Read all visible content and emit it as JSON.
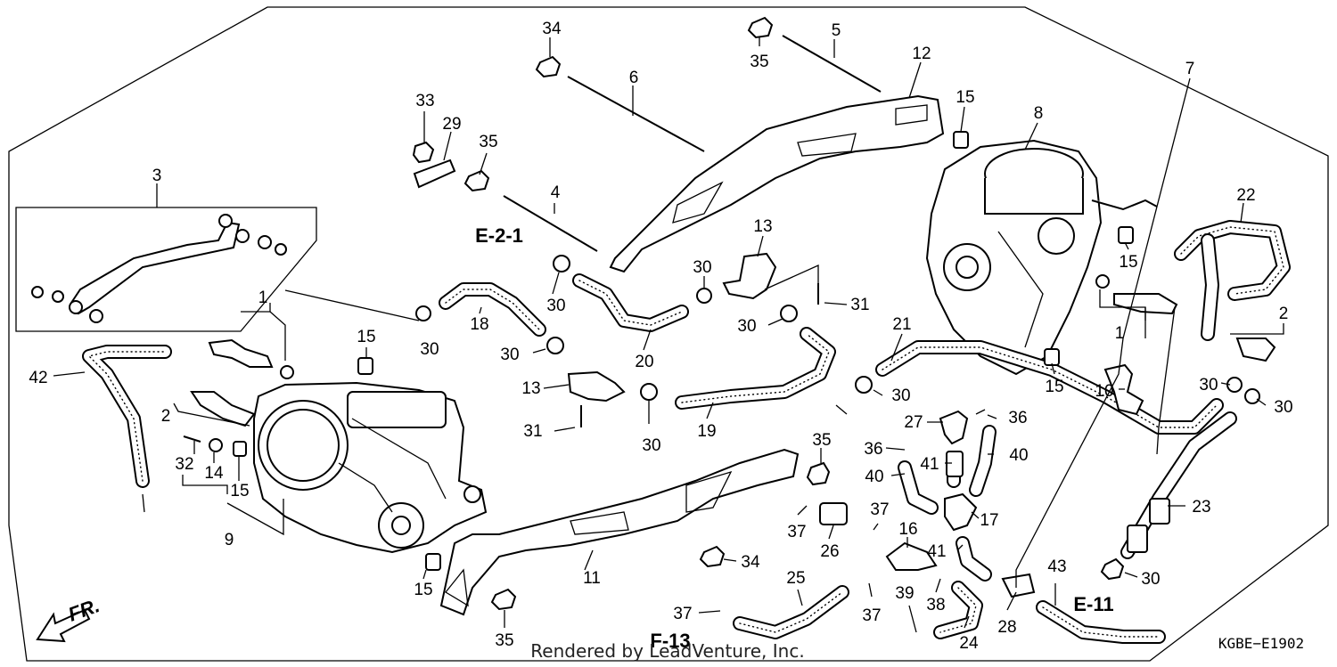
{
  "diagram": {
    "callouts": [
      "1",
      "1",
      "2",
      "2",
      "3",
      "4",
      "5",
      "6",
      "7",
      "8",
      "9",
      "10",
      "11",
      "12",
      "13",
      "13",
      "14",
      "15",
      "15",
      "15",
      "15",
      "15",
      "15",
      "16",
      "17",
      "18",
      "19",
      "20",
      "21",
      "22",
      "23",
      "24",
      "25",
      "26",
      "27",
      "28",
      "29",
      "30",
      "30",
      "30",
      "30",
      "30",
      "30",
      "30",
      "30",
      "30",
      "30",
      "31",
      "31",
      "32",
      "33",
      "34",
      "34",
      "35",
      "35",
      "35",
      "35",
      "36",
      "36",
      "37",
      "37",
      "37",
      "37",
      "38",
      "39",
      "40",
      "40",
      "41",
      "41",
      "42",
      "43"
    ],
    "refs": [
      "E-2-1",
      "E-11",
      "F-13"
    ],
    "fr_label": "FR.",
    "diagram_code": "KGBE−E1902",
    "credit": "Rendered by LeadVenture, Inc."
  }
}
